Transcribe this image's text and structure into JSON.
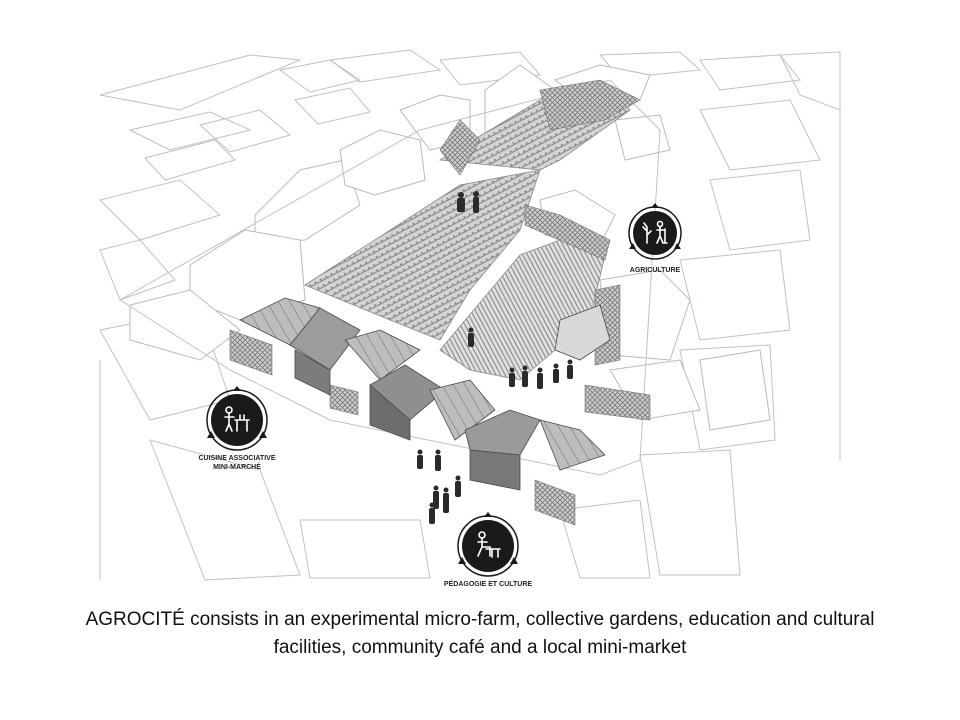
{
  "labels": {
    "agriculture": "AGRICULTURE",
    "kitchen_line1": "CUISINE ASSOCIATIVE",
    "kitchen_line2": "MINI-MARCHÉ",
    "education": "PÉDAGOGIE ET CULTURE"
  },
  "icons": {
    "agriculture": "agriculture-icon",
    "kitchen": "kitchen-market-icon",
    "education": "education-culture-icon"
  },
  "caption": {
    "line1": "AGROCITÉ consists in an experimental micro-farm, collective gardens, education and cultural",
    "line2": "facilities, community café and a local mini-market"
  },
  "colors": {
    "outline": "#c9bdbd",
    "badge": "#1a1a1a",
    "field": "#9a9a9a",
    "text": "#111111"
  }
}
